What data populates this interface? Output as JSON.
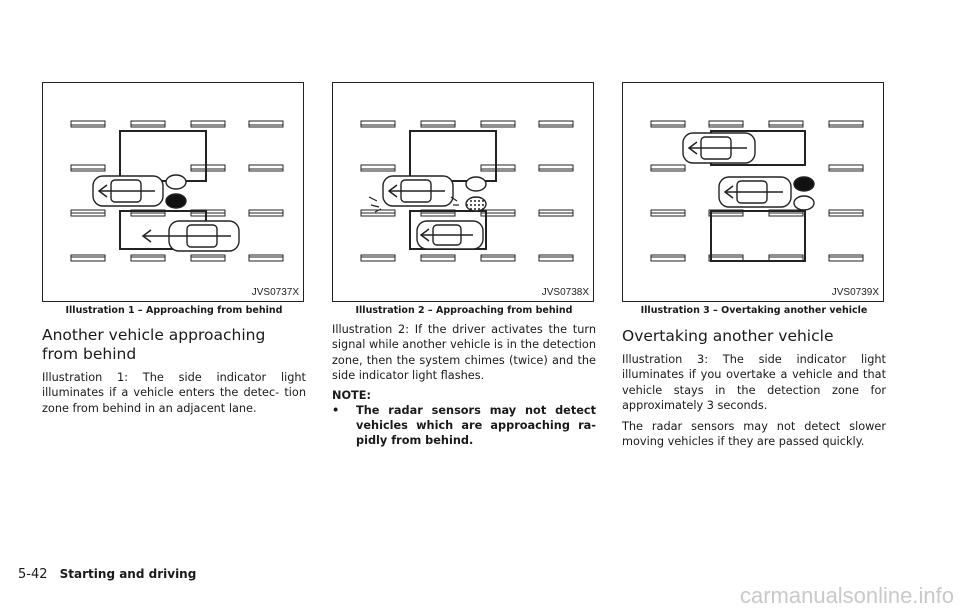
{
  "col1": {
    "fig_id": "JVS0737X",
    "caption": "Illustration 1 – Approaching from behind",
    "heading": "Another vehicle approaching from behind",
    "para": "Illustration 1: The side indicator light illuminates if a vehicle enters the detec- tion zone from behind in an adjacent lane."
  },
  "col2": {
    "fig_id": "JVS0738X",
    "caption": "Illustration 2 – Approaching from behind",
    "para": "Illustration 2: If the driver activates the turn signal while another vehicle is in the detection zone, then the system chimes (twice) and the side indicator light flashes.",
    "note_heading": "NOTE:",
    "bullet_mark": "•",
    "note_bullet": "The radar sensors may not detect vehicles which are approaching ra- pidly from behind."
  },
  "col3": {
    "fig_id": "JVS0739X",
    "caption": "Illustration 3 – Overtaking another vehicle",
    "heading": "Overtaking another vehicle",
    "para1": "Illustration 3: The side indicator light illuminates if you overtake a vehicle and that vehicle stays in the detection zone for approximately 3 seconds.",
    "para2": "The radar sensors may not detect slower moving vehicles if they are passed quickly."
  },
  "footer": {
    "page_number": "5-42",
    "section": "Starting and driving"
  },
  "watermark": "carmanualsonline.info"
}
